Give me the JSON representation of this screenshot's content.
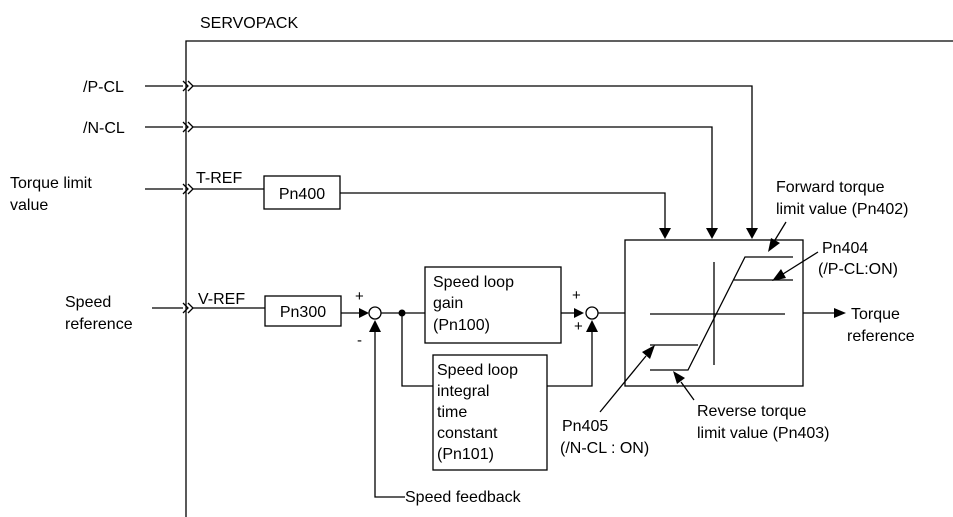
{
  "servopack": "SERVOPACK",
  "inputs": {
    "p_cl": "/P-CL",
    "n_cl": "/N-CL",
    "torque_limit": [
      "Torque limit",
      "value"
    ],
    "speed_reference": [
      "Speed",
      "reference"
    ]
  },
  "signals": {
    "t_ref": "T-REF",
    "v_ref": "V-REF"
  },
  "blocks": {
    "pn400": "Pn400",
    "pn300": "Pn300",
    "speed_loop_gain": [
      "Speed loop",
      "gain",
      "(Pn100)"
    ],
    "speed_loop_integral": [
      "Speed loop",
      "integral",
      "time",
      "constant",
      "(Pn101)"
    ]
  },
  "summing": {
    "sum1_plus": "+",
    "sum1_minus": "-",
    "sum2_plus_top": "+",
    "sum2_plus_bottom": "+"
  },
  "annotations": {
    "forward_torque": [
      "Forward torque",
      "limit value (Pn402)"
    ],
    "pn404": [
      "Pn404",
      "(/P-CL:ON)"
    ],
    "torque_reference": [
      "Torque",
      "reference"
    ],
    "reverse_torque": [
      "Reverse torque",
      "limit value (Pn403)"
    ],
    "pn405": [
      "Pn405",
      "(/N-CL : ON)"
    ],
    "speed_feedback": "Speed feedback"
  }
}
